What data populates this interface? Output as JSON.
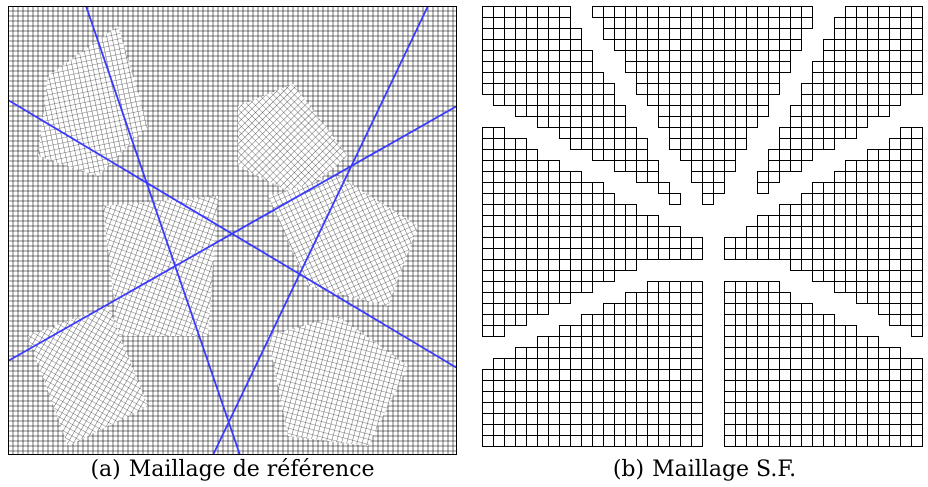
{
  "figure": {
    "subfigures": [
      {
        "label": "(a)",
        "caption": "Maillage de référence"
      },
      {
        "label": "(b)",
        "caption": "Maillage S.F."
      }
    ]
  },
  "colors": {
    "mesh": "#000000",
    "interface": "#3a3aff",
    "background": "#ffffff"
  }
}
